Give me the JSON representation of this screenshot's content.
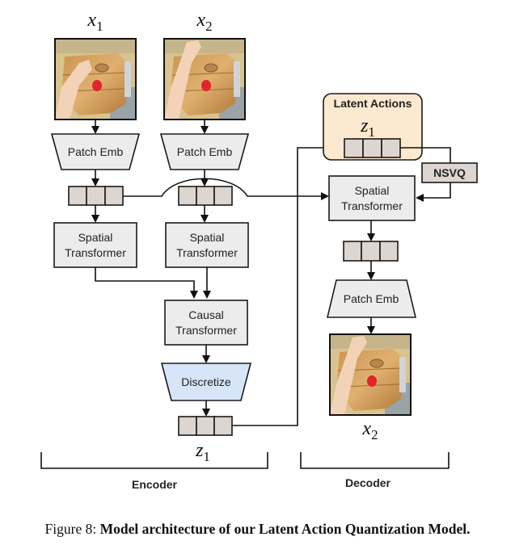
{
  "diagram": {
    "encoder": {
      "input_frames": [
        {
          "label_var": "x",
          "label_sub": "1",
          "image": "robot-arm-frame-1"
        },
        {
          "label_var": "x",
          "label_sub": "2",
          "image": "robot-arm-frame-2"
        }
      ],
      "patch_emb_label": "Patch Emb",
      "spatial_transformer_label_line1": "Spatial",
      "spatial_transformer_label_line2": "Transformer",
      "causal_transformer_line1": "Causal",
      "causal_transformer_line2": "Transformer",
      "discretize_label": "Discretize",
      "output_var": "z",
      "output_sub": "1",
      "section_label": "Encoder"
    },
    "decoder": {
      "latent_actions_title": "Latent Actions",
      "latent_var": "z",
      "latent_sub": "1",
      "nsvq_label": "NSVQ",
      "spatial_transformer_line1": "Spatial",
      "spatial_transformer_line2": "Transformer",
      "patch_emb_label": "Patch Emb",
      "output_var": "x",
      "output_sub": "2",
      "output_image": "robot-arm-frame-2-reconstructed",
      "section_label": "Decoder"
    },
    "colors": {
      "box_fill": "#ececec",
      "token_fill": "#ddd5d0",
      "discretize_fill": "#d6e6f8",
      "latent_fill": "#fde9cf"
    }
  },
  "caption": {
    "prefix": "Figure 8: ",
    "bold_text": "Model architecture of our Latent Action Quantization Model."
  }
}
